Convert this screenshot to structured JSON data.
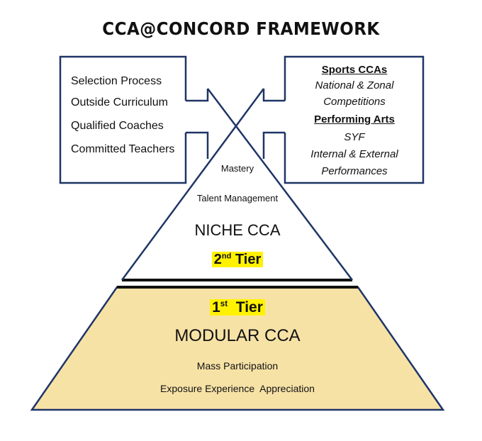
{
  "title": "CCA@CONCORD FRAMEWORK",
  "left_box": {
    "items": [
      "Selection Process",
      "Outside Curriculum",
      "Qualified Coaches",
      "Committed Teachers"
    ]
  },
  "right_box": {
    "sports_heading": "Sports CCAs",
    "sports_line1": "National & Zonal",
    "sports_line2": "Competitions",
    "arts_heading": "Performing Arts",
    "arts_line1": "SYF",
    "arts_line2": "Internal & External",
    "arts_line3": "Performances"
  },
  "tier2": {
    "item1": "Mastery",
    "item2": "Talent Management",
    "name": "NICHE CCA",
    "tier_num": "2",
    "tier_sup": "nd",
    "tier_word": "Tier"
  },
  "tier1": {
    "tier_num": "1",
    "tier_sup": "st",
    "tier_word": "Tier",
    "name": "MODULAR CCA",
    "item1": "Mass Participation",
    "item2": "Exposure Experience  Appreciation"
  },
  "colors": {
    "line": "#1f3566",
    "base_fill": "#f7e2a6",
    "highlight": "#fff200"
  }
}
